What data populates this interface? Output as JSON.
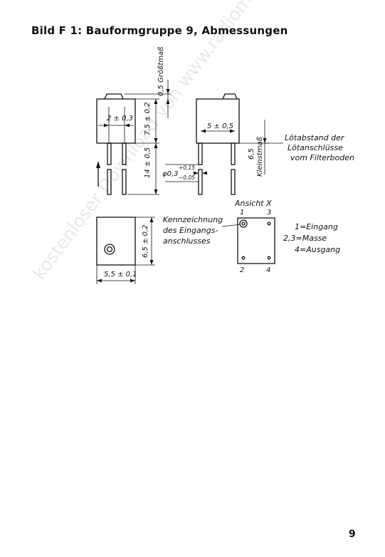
{
  "title": "Bild F 1: Bauformgruppe 9, Abmessungen",
  "page_number": "9",
  "watermark": "kostenloser Download von www.radiomuseum.de",
  "dimensions": {
    "max_size": "0,5 Größtmaß",
    "pin_pitch": "2 ± 0,3",
    "body_height": "7,5 ± 0,2",
    "pin_length": "14 ± 0,5",
    "pin_spacing": "5 ± 0,5",
    "pin_diameter_main": "φ0,3",
    "pin_diameter_upper": "+0,15",
    "pin_diameter_lower": "−0,05",
    "standoff_value": "6,5",
    "standoff_note": "Kleinstmaß",
    "base_height": "6,5 ± 0,2",
    "base_width": "5,5 ± 0,1"
  },
  "labels": {
    "solder_line1": "Lötabstand der",
    "solder_line2": "Lötanschlüsse",
    "solder_line3": "vom Filterboden",
    "view": "Ansicht X",
    "marking_line1": "Kennzeichnung",
    "marking_line2": "des Eingangs-",
    "marking_line3": "anschlusses"
  },
  "pins": {
    "p1": "1",
    "p2": "2",
    "p3": "3",
    "p4": "4"
  },
  "legend": {
    "line1": "1=Eingang",
    "line2": "2,3=Masse",
    "line3": "4=Ausgang"
  }
}
